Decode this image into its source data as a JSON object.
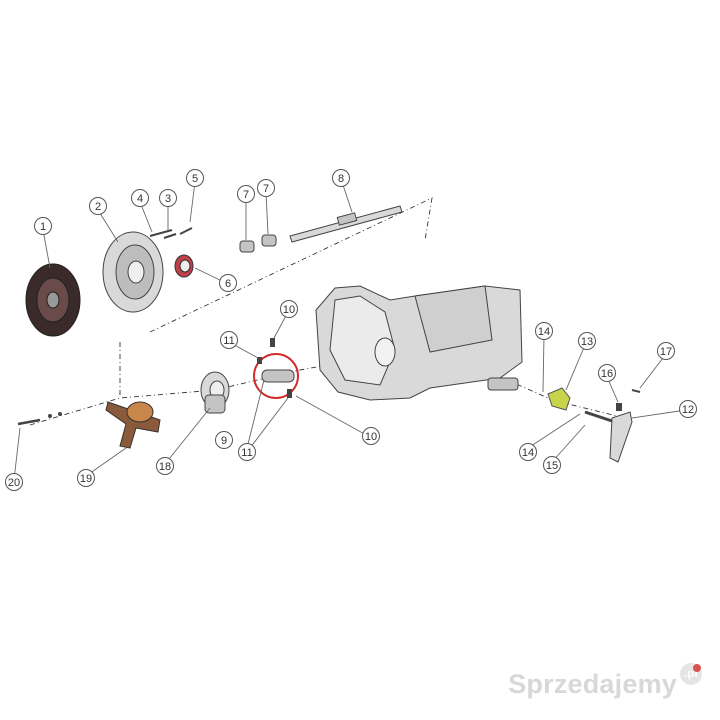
{
  "diagram": {
    "callouts": [
      "1",
      "2",
      "3",
      "4",
      "5",
      "6",
      "7",
      "7",
      "8",
      "9",
      "10",
      "10",
      "11",
      "11",
      "12",
      "13",
      "14",
      "14",
      "15",
      "16",
      "17",
      "18",
      "19",
      "20"
    ],
    "highlight_color": "#d42b2b",
    "part_colors": {
      "seal": "#c0404a",
      "bearing_fork": "#c8864a",
      "fork_lever": "#c8d44a"
    }
  },
  "watermark": {
    "text": "Sprzedajemy",
    "badge": ".pl"
  }
}
